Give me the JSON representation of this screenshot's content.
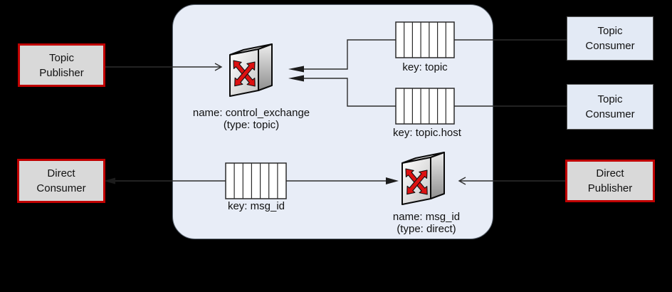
{
  "colors": {
    "background": "#000000",
    "panel_fill": "#e8edf7",
    "panel_border": "#5c6672",
    "red_box_border": "#c00000",
    "red_box_fill": "#d9d9d9",
    "blue_box_fill": "#e3eaf5",
    "blue_box_border": "#5a5a5a",
    "line": "#2e2e2e",
    "exchange_arrow_red": "#dd1111"
  },
  "boxes": {
    "topic_publisher": {
      "line1": "Topic",
      "line2": "Publisher"
    },
    "direct_consumer": {
      "line1": "Direct",
      "line2": "Consumer"
    },
    "topic_consumer_1": {
      "line1": "Topic",
      "line2": "Consumer"
    },
    "topic_consumer_2": {
      "line1": "Topic",
      "line2": "Consumer"
    },
    "direct_publisher": {
      "line1": "Direct",
      "line2": "Publisher"
    }
  },
  "broker": {
    "topic_exchange": {
      "name": "name: control_exchange",
      "type": "(type: topic)"
    },
    "direct_exchange": {
      "name": "name: msg_id",
      "type": "(type: direct)"
    },
    "queue_topic": {
      "key": "key: topic"
    },
    "queue_topic_host": {
      "key": "key: topic.host"
    },
    "queue_msg_id": {
      "key": "key: msg_id"
    }
  },
  "icons": {
    "exchange": "switch-crossed-red-arrows-icon",
    "queue": "segmented-queue-icon"
  }
}
